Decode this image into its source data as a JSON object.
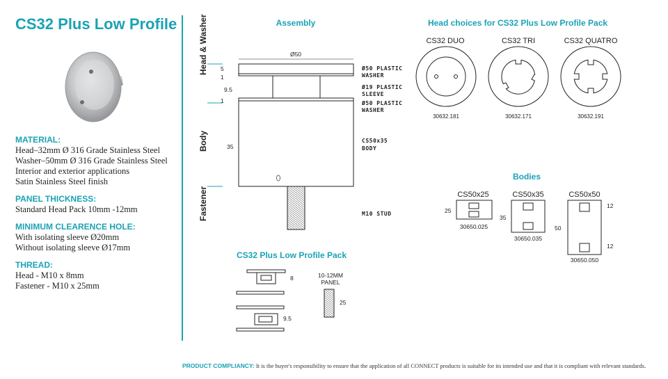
{
  "title": "CS32 Plus Low Profile",
  "specs": {
    "material_heading": "MATERIAL:",
    "material_lines": [
      "Head–32mm Ø 316 Grade Stainless Steel",
      "Washer–50mm Ø 316 Grade Stainless Steel",
      "Interior and exterior applications",
      "Satin Stainless Steel finish"
    ],
    "panel_heading": "PANEL THICKNESS:",
    "panel_lines": [
      "Standard Head Pack 10mm -12mm"
    ],
    "hole_heading": "MINIMUM CLEARENCE HOLE:",
    "hole_lines": [
      "With isolating sleeve Ø20mm",
      "Without isolating sleeve Ø17mm"
    ],
    "thread_heading": "THREAD:",
    "thread_lines": [
      "Head - M10 x 8mm",
      "Fastener - M10 x 25mm"
    ]
  },
  "assembly": {
    "heading": "Assembly",
    "side_labels": [
      "Head & Washer",
      "Body",
      "Fastener"
    ],
    "dims": [
      "Ø50",
      "5",
      "1",
      "9.5",
      "1",
      "35"
    ],
    "callouts": [
      "Ø50 PLASTIC",
      "WASHER",
      "Ø19 PLASTIC",
      "SLEEVE",
      "Ø50 PLASTIC",
      "WASHER",
      "CS50x35",
      "BODY",
      "M10 STUD"
    ]
  },
  "heads": {
    "heading": "Head choices for CS32 Plus Low Profile Pack",
    "items": [
      {
        "name": "CS32 DUO",
        "code": "30632.181"
      },
      {
        "name": "CS32 TRI",
        "code": "30632.171"
      },
      {
        "name": "CS32 QUATRO",
        "code": "30632.191"
      }
    ]
  },
  "bodies": {
    "heading": "Bodies",
    "items": [
      {
        "name": "CS50x25",
        "code": "30650.025",
        "dim": "25"
      },
      {
        "name": "CS50x35",
        "code": "30650.035",
        "dim": "35"
      },
      {
        "name": "CS50x50",
        "code": "30650.050",
        "dim": "50",
        "extra": "12"
      }
    ]
  },
  "pack": {
    "heading": "CS32 Plus Low Profile Pack",
    "dims": [
      "8",
      "9.5",
      "25"
    ],
    "panel_label": [
      "10-12MM",
      "PANEL"
    ]
  },
  "footer": {
    "label": "PRODUCT COMPLIANCY:",
    "text": " It is the buyer's responsibility to ensure that the application of all CONNECT products is suitable for its intended use and that it is compliant with relevant standards."
  },
  "colors": {
    "accent": "#1aa3b5"
  }
}
